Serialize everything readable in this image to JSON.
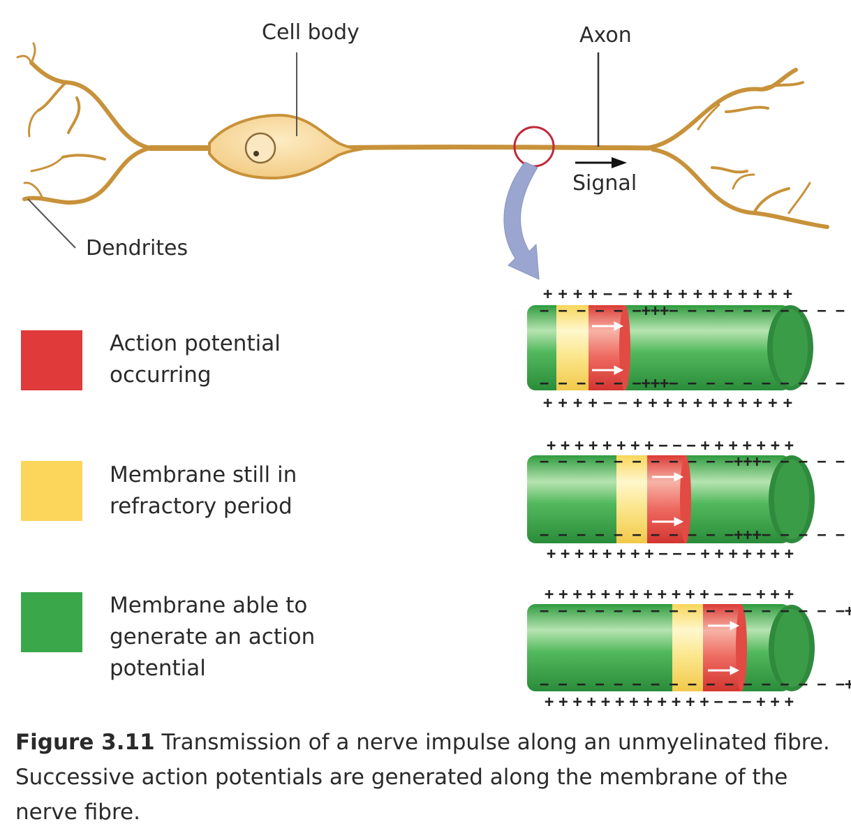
{
  "labels": {
    "cell_body": "Cell body",
    "axon": "Axon",
    "signal": "Signal",
    "dendrites": "Dendrites"
  },
  "legend": [
    {
      "color": "#e03a3a",
      "line1": "Action potential",
      "line2": "occurring",
      "line3": ""
    },
    {
      "color": "#fcd65a",
      "line1": "Membrane still in",
      "line2": "refractory period",
      "line3": ""
    },
    {
      "color": "#3aa84a",
      "line1": "Membrane able to",
      "line2": "generate an action",
      "line3": "potential"
    }
  ],
  "fibres": [
    {
      "signs": "++++−−+++++++++++"
    },
    {
      "signs": "++++++++−−−+++++++"
    },
    {
      "signs": "++++++++++++−−−+++"
    }
  ],
  "caption": {
    "bold": "Figure 3.11",
    "text": " Transmission of a nerve impulse along an unmyelinated fibre. Successive action potentials are generated along the membrane of the nerve fibre."
  },
  "colors": {
    "neuron": "#c8923a",
    "cell_body": "#f7d79b",
    "fibre_green": "#3fae4f",
    "refractory_yellow": "#fce58a",
    "action_red": "#ec5f58",
    "callout_arrow": "#9aa6cf",
    "highlight_circle": "#c0293b"
  },
  "icons": [
    "signal-arrow-icon",
    "callout-arrow-icon",
    "impulse-arrow-icon"
  ]
}
